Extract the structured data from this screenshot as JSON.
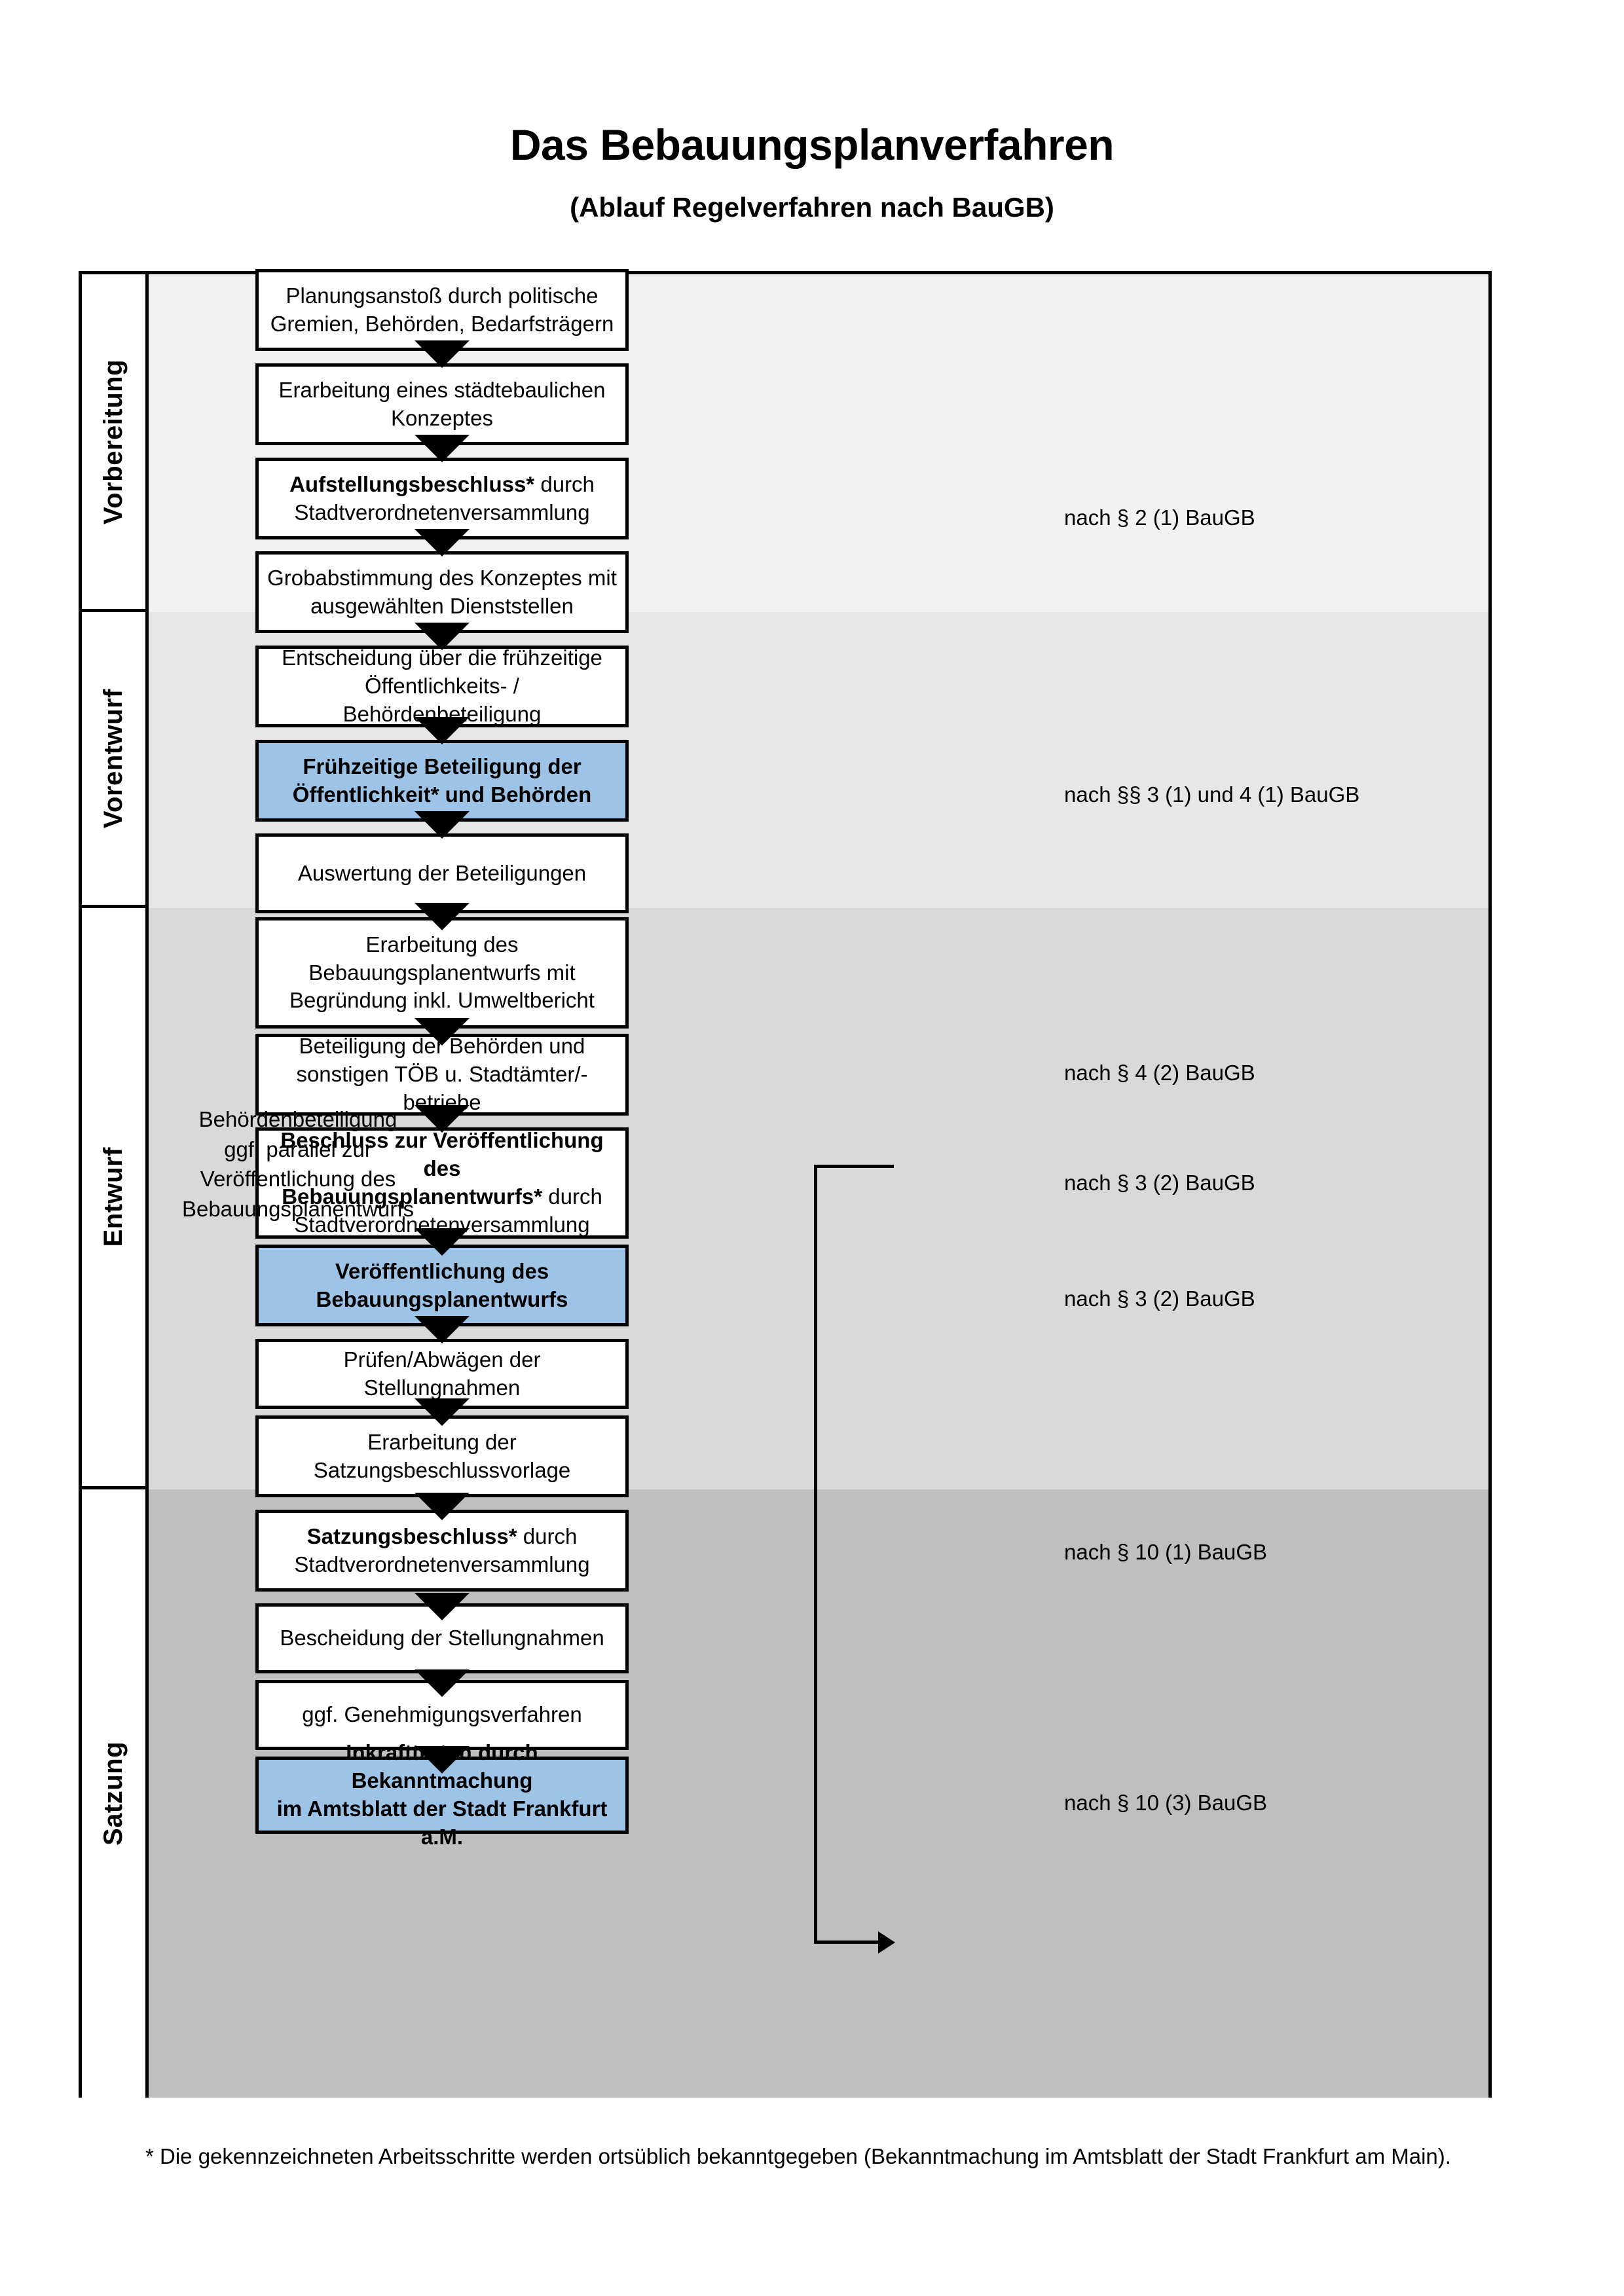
{
  "title": {
    "main": "Das Bebauungsplanverfahren",
    "subtitle": "(Ablauf Regelverfahren nach BauGB)"
  },
  "phases": [
    {
      "id": "vorbereitung",
      "label": "Vorbereitung",
      "band_color": "#F2F2F2"
    },
    {
      "id": "vorentwurf",
      "label": "Vorentwurf",
      "band_color": "#E7E7E7"
    },
    {
      "id": "entwurf",
      "label": "Entwurf",
      "band_color": "#D9D9D9"
    },
    {
      "id": "satzung",
      "label": "Satzung",
      "band_color": "#BFBFBF"
    }
  ],
  "steps": [
    {
      "id": "planungsanstoss",
      "phase": "vorbereitung",
      "highlight": false,
      "lines": [
        {
          "text": "Planungsanstoß durch politische",
          "bold": false
        },
        {
          "text": "Gremien, Behörden, Bedarfsträgern",
          "bold": false
        }
      ]
    },
    {
      "id": "konzept",
      "phase": "vorbereitung",
      "highlight": false,
      "lines": [
        {
          "text": "Erarbeitung eines städtebaulichen",
          "bold": false
        },
        {
          "text": "Konzeptes",
          "bold": false
        }
      ]
    },
    {
      "id": "aufstellungsbeschluss",
      "phase": "vorbereitung",
      "highlight": false,
      "lines": [
        {
          "text": "Aufstellungsbeschluss*",
          "bold": true
        },
        {
          "text": " durch",
          "bold": false
        },
        {
          "text": "\n",
          "bold": false
        },
        {
          "text": "Stadtverordnetenversammlung",
          "bold": false
        }
      ]
    },
    {
      "id": "grobabstimmung",
      "phase": "vorentwurf",
      "highlight": false,
      "lines": [
        {
          "text": "Grobabstimmung des Konzeptes mit",
          "bold": false
        },
        {
          "text": "ausgewählten Dienststellen",
          "bold": false
        }
      ]
    },
    {
      "id": "entscheidung-fruehzeitig",
      "phase": "vorentwurf",
      "highlight": false,
      "lines": [
        {
          "text": "Entscheidung über die frühzeitige",
          "bold": false
        },
        {
          "text": "Öffentlichkeits- / Behördenbeteiligung",
          "bold": false
        }
      ]
    },
    {
      "id": "fruehzeitige-beteiligung",
      "phase": "vorentwurf",
      "highlight": true,
      "lines": [
        {
          "text": "Frühzeitige Beteiligung der",
          "bold": true
        },
        {
          "text": "Öffentlichkeit* und Behörden",
          "bold": true
        }
      ]
    },
    {
      "id": "auswertung",
      "phase": "entwurf",
      "highlight": false,
      "lines": [
        {
          "text": "Auswertung der Beteiligungen",
          "bold": false
        }
      ]
    },
    {
      "id": "erarbeitung-entwurf",
      "phase": "entwurf",
      "highlight": false,
      "lines": [
        {
          "text": "Erarbeitung des",
          "bold": false
        },
        {
          "text": "Bebauungsplanentwurfs mit",
          "bold": false
        },
        {
          "text": "Begründung inkl. Umweltbericht",
          "bold": false
        }
      ]
    },
    {
      "id": "beteiligung-behoerden",
      "phase": "entwurf",
      "highlight": false,
      "lines": [
        {
          "text": "Beteiligung der Behörden und",
          "bold": false
        },
        {
          "text": "sonstigen TÖB u. Stadtämter/-betriebe",
          "bold": false
        }
      ]
    },
    {
      "id": "beschluss-veroeffentlichung",
      "phase": "entwurf",
      "highlight": false,
      "lines": [
        {
          "text": "Beschluss zur Veröffentlichung des",
          "bold": true
        },
        {
          "text": "Bebauungsplanentwurfs*",
          "bold": true
        },
        {
          "text": " durch",
          "bold": false
        },
        {
          "text": "\n",
          "bold": false
        },
        {
          "text": "Stadtverordnetenversammlung",
          "bold": false
        }
      ]
    },
    {
      "id": "veroeffentlichung-entwurf",
      "phase": "entwurf",
      "highlight": true,
      "lines": [
        {
          "text": "Veröffentlichung des",
          "bold": true
        },
        {
          "text": "Bebauungsplanentwurfs",
          "bold": true
        }
      ]
    },
    {
      "id": "pruefen-abwaegen",
      "phase": "satzung",
      "highlight": false,
      "lines": [
        {
          "text": "Prüfen/Abwägen der Stellungnahmen",
          "bold": false
        }
      ]
    },
    {
      "id": "satzungsbeschlussvorlage",
      "phase": "satzung",
      "highlight": false,
      "lines": [
        {
          "text": "Erarbeitung der",
          "bold": false
        },
        {
          "text": "Satzungsbeschlussvorlage",
          "bold": false
        }
      ]
    },
    {
      "id": "satzungsbeschluss",
      "phase": "satzung",
      "highlight": false,
      "lines": [
        {
          "text": "Satzungsbeschluss*",
          "bold": true
        },
        {
          "text": " durch",
          "bold": false
        },
        {
          "text": "\n",
          "bold": false
        },
        {
          "text": "Stadtverordnetenversammlung",
          "bold": false
        }
      ]
    },
    {
      "id": "bescheidung",
      "phase": "satzung",
      "highlight": false,
      "lines": [
        {
          "text": "Bescheidung der Stellungnahmen",
          "bold": false
        }
      ]
    },
    {
      "id": "genehmigungsverfahren",
      "phase": "satzung",
      "highlight": false,
      "lines": [
        {
          "text": "ggf. Genehmigungsverfahren",
          "bold": false
        }
      ]
    },
    {
      "id": "inkrafttreten",
      "phase": "satzung",
      "highlight": true,
      "lines": [
        {
          "text": "Inkrafttreten",
          "bold": true
        },
        {
          "text": " durch Bekanntmachung",
          "bold": false
        },
        {
          "text": "\n",
          "bold": false
        },
        {
          "text": "im Amtsblatt der Stadt Frankfurt a.M.",
          "bold": false
        }
      ]
    }
  ],
  "side_note": "Behördenbeteiligung\nggf. parallel zur\nVeröffentlichung des\nBebauungsplanentwurfs",
  "legal_refs": [
    {
      "id": "ref-par2-1",
      "text": "nach § 2 (1) BauGB"
    },
    {
      "id": "ref-par3-4-1",
      "text": "nach §§ 3 (1) und 4 (1) BauGB"
    },
    {
      "id": "ref-par4-2",
      "text": "nach § 4 (2) BauGB"
    },
    {
      "id": "ref-par3-2-a",
      "text": "nach § 3 (2) BauGB"
    },
    {
      "id": "ref-par3-2-b",
      "text": "nach § 3 (2) BauGB"
    },
    {
      "id": "ref-par10-1",
      "text": "nach § 10 (1) BauGB"
    },
    {
      "id": "ref-par10-3",
      "text": "nach § 10 (3) BauGB"
    }
  ],
  "footnote": "* Die gekennzeichneten Arbeitsschritte werden ortsüblich bekanntgegeben (Bekanntmachung im Amtsblatt  der Stadt Frankfurt am Main).",
  "colors": {
    "highlight_box": "#9DC3E6",
    "outline": "#000000",
    "band_1": "#F2F2F2",
    "band_2": "#E7E7E7",
    "band_3": "#D9D9D9",
    "band_4": "#BFBFBF"
  }
}
